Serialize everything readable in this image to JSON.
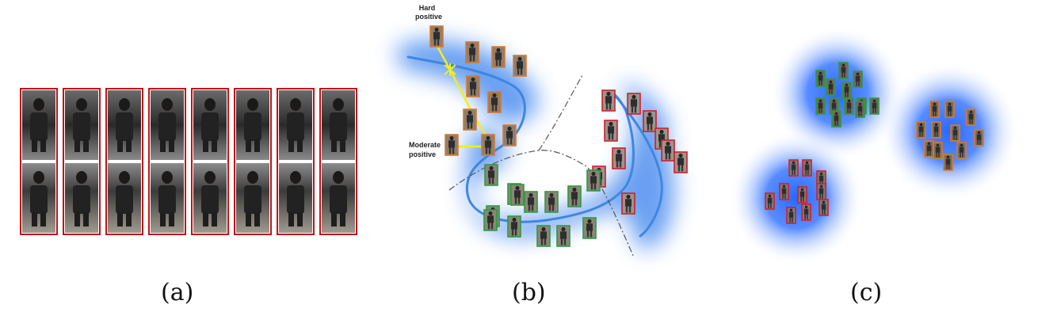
{
  "panels": {
    "a": {
      "caption": "(a)",
      "pair_border_color": "#c0141a",
      "pair_count": 8
    },
    "b": {
      "caption": "(b)",
      "annotations": {
        "hard_line1": "Hard",
        "hard_line2": "positive",
        "moderate_line1": "Moderate",
        "moderate_line2": "positive"
      },
      "cluster_colors": {
        "orange": "#d9782c",
        "red": "#d21f26",
        "green": "#2c9b3e"
      },
      "manifold_color": "#4a8ee6",
      "highlight_color": "#f2ee1c"
    },
    "c": {
      "caption": "(c)",
      "blob_color": "#1f5fff",
      "cluster_colors": {
        "green": "#2c9b3e",
        "orange": "#d9782c",
        "red": "#d21f26"
      }
    }
  }
}
